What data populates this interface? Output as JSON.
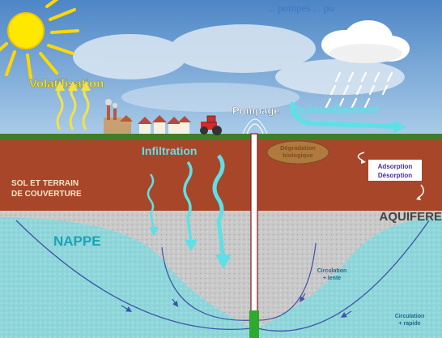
{
  "header_text": "... pompes ... pu",
  "labels": {
    "volatilisation": "Volatilisation",
    "pompage": "Pompage",
    "ruissellement": "Ruissellement",
    "infiltration": "Infiltration",
    "degradation_line1": "Dégradation",
    "degradation_line2": "biologique",
    "adsorption": "Adsorption",
    "desorption": "Désorption",
    "sol_line1": "SOL ET TERRAIN",
    "sol_line2": "DE COUVERTURE",
    "aquifere": "AQUIFERE",
    "nappe": "NAPPE",
    "circ_lente_1": "Circulation",
    "circ_lente_2": "+ lente",
    "circ_rapide_1": "Circulation",
    "circ_rapide_2": "+ rapide"
  },
  "colors": {
    "sky_top": "#6fa6d8",
    "soil": "#a8462a",
    "aquifer": "#c8c8c8",
    "water": "#8fd3d8",
    "volatilisation": "#f2e24a",
    "arrows_cyan": "#5fe0e6",
    "nappe_text": "#1aa3b8",
    "curves": "#3c55a8"
  },
  "icons": [
    "sun-icon",
    "rain-cloud-icon",
    "factory-icon",
    "houses-icon",
    "tractor-icon",
    "well-pump-icon"
  ]
}
